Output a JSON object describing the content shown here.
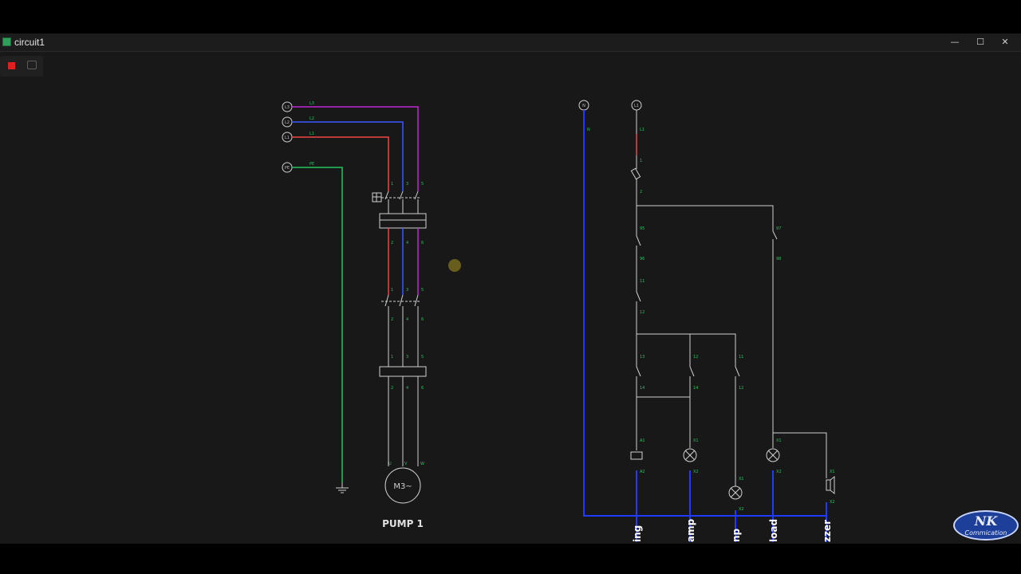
{
  "window": {
    "title": "circuit1",
    "controls": [
      "—",
      "☐",
      "✕"
    ],
    "toolbar": [
      {
        "name": "stop-icon",
        "color": "#e02020"
      },
      {
        "name": "camera-icon",
        "color": "#5a5a5a"
      }
    ]
  },
  "colors": {
    "background": "#181818",
    "wire_l3": "#c026d3",
    "wire_l2": "#3b57ff",
    "wire_l1": "#ef4444",
    "wire_pe": "#22c55e",
    "wire_neutral": "#1f3bff",
    "wire_grey": "#cfcfcf"
  },
  "power_circuit": {
    "terminals": [
      "L3",
      "L2",
      "L1",
      "PE"
    ],
    "wire_labels": [
      "L3",
      "L2",
      "L1",
      "PE"
    ],
    "pin_numbers": [
      "1",
      "3",
      "5",
      "2",
      "4",
      "6",
      "1",
      "3",
      "5",
      "2",
      "4",
      "6",
      "1",
      "3",
      "5",
      "2",
      "4",
      "6"
    ],
    "motor_pins": [
      "U",
      "V",
      "W"
    ],
    "motor_symbol": "M3~",
    "motor_label": "PUMP 1"
  },
  "control_circuit": {
    "terminals": [
      "N",
      "L1"
    ],
    "wire_labels": [
      "N",
      "L1"
    ],
    "pins": [
      "1",
      "2",
      "95",
      "96",
      "97",
      "98",
      "11",
      "12",
      "13",
      "14",
      "12",
      "14",
      "11",
      "12",
      "A1",
      "A2",
      "X1",
      "X2",
      "X1",
      "X2",
      "X1",
      "X2",
      "X1",
      "X2"
    ],
    "bottom_labels": [
      "ing",
      "amp",
      "np",
      "load",
      "zzer"
    ]
  },
  "logo": {
    "mono": "NK",
    "sub": "Commication"
  }
}
